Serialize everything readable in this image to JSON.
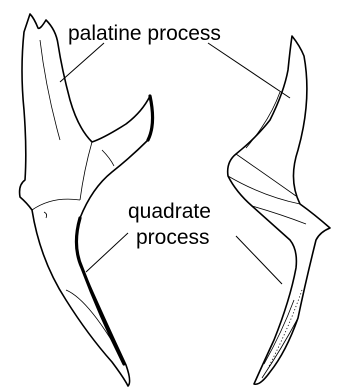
{
  "labels": {
    "palatine": "palatine process",
    "quadrate_line1": "quadrate",
    "quadrate_line2": "process"
  }
}
